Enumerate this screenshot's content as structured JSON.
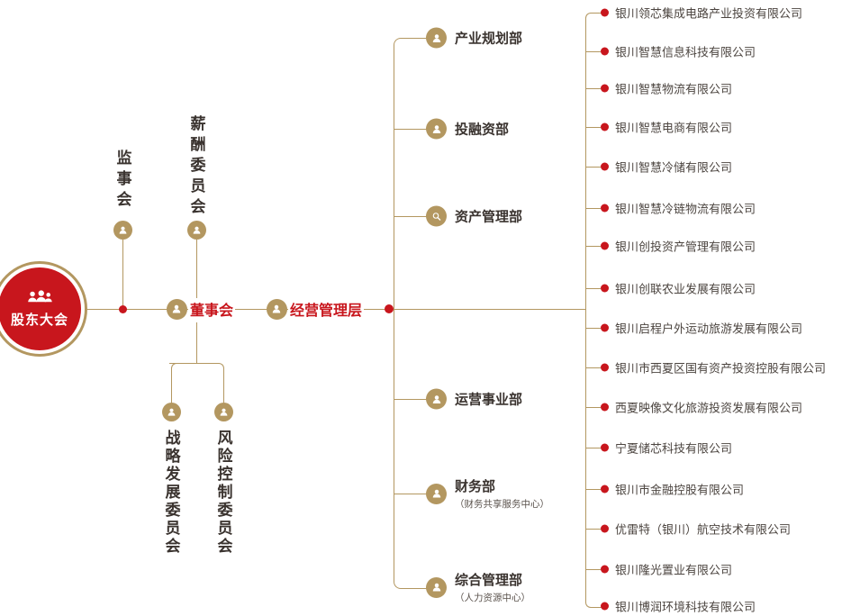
{
  "colors": {
    "red": "#c8161d",
    "gold": "#b39760",
    "dark": "#3a332f",
    "ctext": "#4c4540"
  },
  "nodes": {
    "shareholders": "股东大会",
    "supervisors": "监事会",
    "compensation": "薪酬委员会",
    "board": "董事会",
    "strategy": "战略发展委员会",
    "risk": "风险控制委员会",
    "management": "经营管理层"
  },
  "departments": [
    {
      "label": "产业规划部"
    },
    {
      "label": "投融资部"
    },
    {
      "label": "资产管理部"
    },
    {
      "label": "运营事业部"
    },
    {
      "label": "财务部",
      "subtitle": "（财务共享服务中心）"
    },
    {
      "label": "综合管理部",
      "subtitle": "（人力资源中心）"
    }
  ],
  "companies": [
    "银川领芯集成电路产业投资有限公司",
    "银川智慧信息科技有限公司",
    "银川智慧物流有限公司",
    "银川智慧电商有限公司",
    "银川智慧冷储有限公司",
    "银川智慧冷链物流有限公司",
    "银川创投资产管理有限公司",
    "银川创联农业发展有限公司",
    "银川启程户外运动旅游发展有限公司",
    "银川市西夏区国有资产投资控股有限公司",
    "西夏映像文化旅游投资发展有限公司",
    "宁夏储芯科技有限公司",
    "银川市金融控股有限公司",
    "优雷特（银川）航空技术有限公司",
    "银川隆光置业有限公司",
    "银川博润环境科技有限公司"
  ]
}
